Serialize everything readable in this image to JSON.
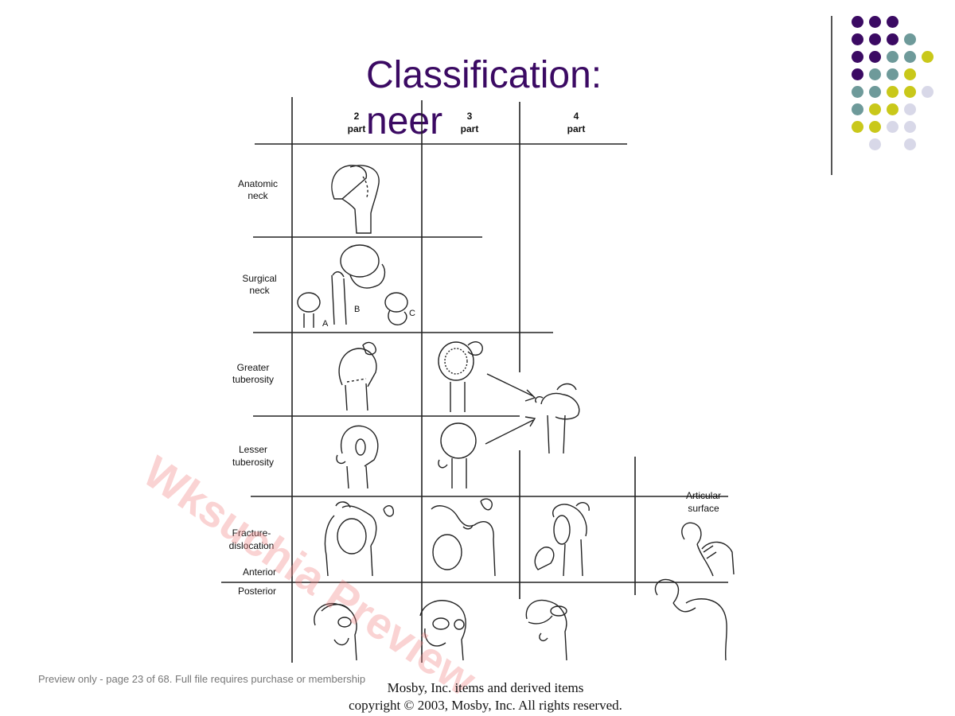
{
  "slide": {
    "title": "Classification: neer",
    "watermark": "Wksuchia Preview",
    "preview_note": "Preview only - page 23 of 68. Full file requires purchase or membership",
    "copyright_line1": "Mosby, Inc. items and derived items",
    "copyright_line2": "copyright © 2003, Mosby, Inc. All rights reserved."
  },
  "diagram": {
    "columns": [
      {
        "num": "2",
        "label": "part"
      },
      {
        "num": "3",
        "label": "part"
      },
      {
        "num": "4",
        "label": "part"
      }
    ],
    "rows": [
      {
        "line1": "Anatomic",
        "line2": "neck"
      },
      {
        "line1": "Surgical",
        "line2": "neck"
      },
      {
        "line1": "Greater",
        "line2": "tuberosity"
      },
      {
        "line1": "Lesser",
        "line2": "tuberosity"
      },
      {
        "line1": "Fracture-",
        "line2": "dislocation"
      }
    ],
    "anterior": "Anterior",
    "posterior": "Posterior",
    "articular_line1": "Articular",
    "articular_line2": "surface",
    "letters": [
      "A",
      "B",
      "C"
    ]
  },
  "decor": {
    "colors": {
      "purple": "#3b0a63",
      "teal": "#6e9a9a",
      "yellow": "#c9c81a",
      "lavender": "#d8d8e8"
    }
  }
}
